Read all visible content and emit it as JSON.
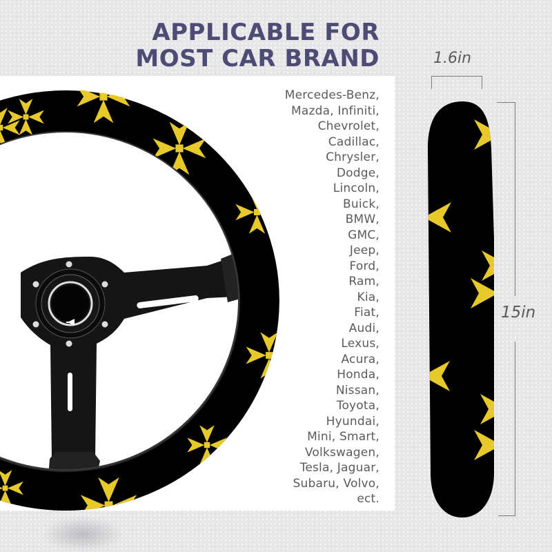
{
  "headline": {
    "line1": "APPLICABLE FOR",
    "line2": "MOST CAR BRAND"
  },
  "brands": [
    "Mercedes-Benz,",
    "Mazda, Infiniti,",
    "Chevrolet,",
    "Cadillac,",
    "Chrysler,",
    "Dodge,",
    "Lincoln,",
    "Buick,",
    "BMW,",
    "GMC,",
    "Jeep,",
    "Ford,",
    "Ram,",
    "Kia,",
    "Fiat,",
    "Audi,",
    "Lexus,",
    "Acura,",
    "Honda,",
    "Nissan,",
    "Toyota,",
    "Hyundai,",
    "Mini, Smart,",
    "Volkswagen,",
    "Tesla, Jaguar,",
    "Subaru, Volvo,",
    "ect."
  ],
  "dimensions": {
    "width_label": "1.6in",
    "length_label": "15in"
  },
  "colors": {
    "headline": "#4e4b74",
    "cover_base": "#000000",
    "cross_pattern": "#e8c92a",
    "inner_rim": "#2b2b2b",
    "brand_text": "#5b5b5b"
  },
  "product": {
    "pattern": "maltese-cross",
    "icons": [
      "steering-wheel-icon",
      "horn-icon",
      "maltese-cross-icon"
    ]
  }
}
